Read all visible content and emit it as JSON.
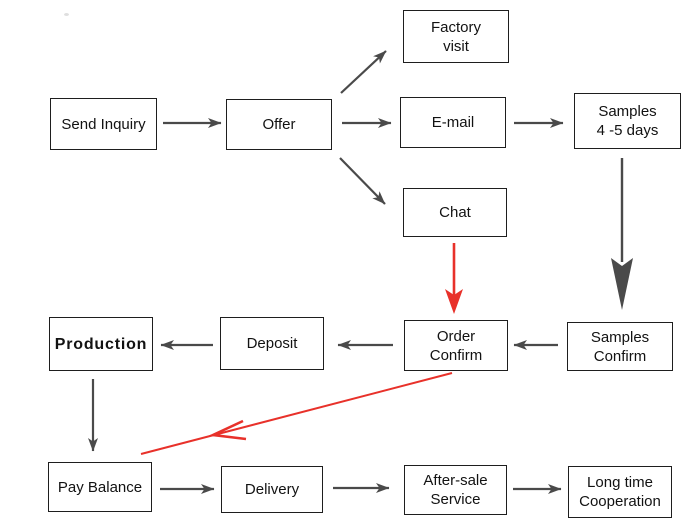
{
  "nodes": {
    "send_inquiry": {
      "label": "Send Inquiry"
    },
    "offer": {
      "label": "Offer"
    },
    "factory_visit": {
      "label": "Factory\nvisit"
    },
    "email": {
      "label": "E-mail"
    },
    "samples_days": {
      "label": "Samples\n4 -5 days"
    },
    "chat": {
      "label": "Chat"
    },
    "production": {
      "label": "Production"
    },
    "deposit": {
      "label": "Deposit"
    },
    "order_confirm": {
      "label": "Order\nConfirm"
    },
    "samples_confirm": {
      "label": "Samples\nConfirm"
    },
    "pay_balance": {
      "label": "Pay Balance"
    },
    "delivery": {
      "label": "Delivery"
    },
    "after_sale": {
      "label": "After-sale\nService"
    },
    "long_time": {
      "label": "Long time\nCooperation"
    }
  },
  "edges": [
    {
      "from": "send_inquiry",
      "to": "offer",
      "color": "gray"
    },
    {
      "from": "offer",
      "to": "factory_visit",
      "color": "gray"
    },
    {
      "from": "offer",
      "to": "email",
      "color": "gray"
    },
    {
      "from": "offer",
      "to": "chat",
      "color": "gray"
    },
    {
      "from": "email",
      "to": "samples_days",
      "color": "gray"
    },
    {
      "from": "samples_days",
      "to": "samples_confirm",
      "color": "gray"
    },
    {
      "from": "samples_confirm",
      "to": "order_confirm",
      "color": "gray"
    },
    {
      "from": "order_confirm",
      "to": "deposit",
      "color": "gray"
    },
    {
      "from": "deposit",
      "to": "production",
      "color": "gray"
    },
    {
      "from": "production",
      "to": "pay_balance",
      "color": "gray"
    },
    {
      "from": "chat",
      "to": "order_confirm",
      "color": "red"
    },
    {
      "from": "order_confirm",
      "to": "pay_balance",
      "color": "red"
    },
    {
      "from": "pay_balance",
      "to": "delivery",
      "color": "gray"
    },
    {
      "from": "delivery",
      "to": "after_sale",
      "color": "gray"
    },
    {
      "from": "after_sale",
      "to": "long_time",
      "color": "gray"
    }
  ],
  "colors": {
    "arrow_gray": "#4a4a4a",
    "arrow_red": "#e8312a",
    "box_border": "#1e1e1e",
    "text": "#121212",
    "background": "#ffffff"
  }
}
